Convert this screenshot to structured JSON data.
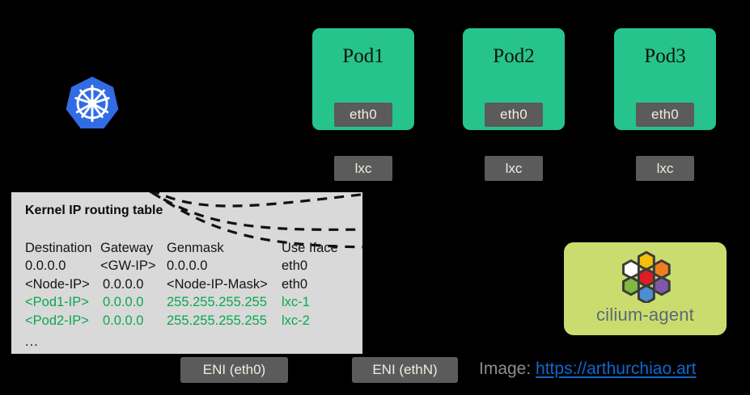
{
  "diagram": {
    "k8s_logo_name": "kubernetes-logo",
    "pods": [
      {
        "title": "Pod1",
        "nic": "eth0",
        "veth": "lxc"
      },
      {
        "title": "Pod2",
        "nic": "eth0",
        "veth": "lxc"
      },
      {
        "title": "Pod3",
        "nic": "eth0",
        "veth": "lxc"
      }
    ],
    "routing_table": {
      "title": "Kernel IP routing table",
      "columns": [
        "Destination",
        "Gateway",
        "Genmask",
        "Use Iface"
      ],
      "rows": [
        {
          "destination": "0.0.0.0",
          "gateway": "<GW-IP>",
          "genmask": "0.0.0.0",
          "iface": "eth0",
          "highlight": false
        },
        {
          "destination": "<Node-IP>",
          "gateway": "0.0.0.0",
          "genmask": "<Node-IP-Mask>",
          "iface": "eth0",
          "highlight": false
        },
        {
          "destination": "<Pod1-IP>",
          "gateway": "0.0.0.0",
          "genmask": "255.255.255.255",
          "iface": "lxc-1",
          "highlight": true
        },
        {
          "destination": "<Pod2-IP>",
          "gateway": "0.0.0.0",
          "genmask": "255.255.255.255",
          "iface": "lxc-2",
          "highlight": true
        }
      ],
      "more": "..."
    },
    "eni": [
      {
        "label": "ENI (eth0)"
      },
      {
        "label": "ENI (ethN)"
      }
    ],
    "cilium": {
      "label": "cilium-agent",
      "logo_name": "cilium-hexagon-logo"
    },
    "credit": {
      "label": "Image:",
      "url": "https://arthurchiao.art"
    },
    "colors": {
      "background": "#000000",
      "pod_green": "#26c48c",
      "interface_gray": "#5b5b5b",
      "panel_gray": "#d9d9d9",
      "route_green": "#0aa84f",
      "cilium_bg": "#cadc6e",
      "cilium_text": "#5a6a74",
      "link_blue": "#1266cc",
      "credit_gray": "#8e8e8e",
      "k8s_blue": "#326ce5"
    }
  }
}
